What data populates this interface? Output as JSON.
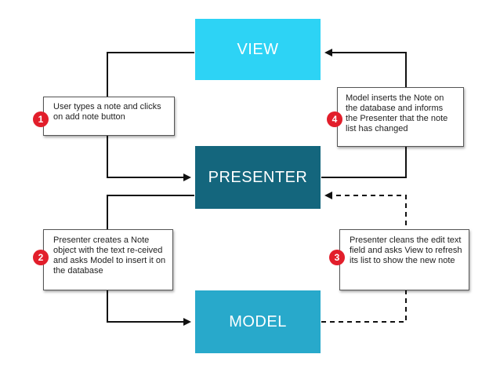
{
  "nodes": {
    "view": {
      "label": "VIEW",
      "color": "#2dd3f5"
    },
    "presenter": {
      "label": "PRESENTER",
      "color": "#14667d"
    },
    "model": {
      "label": "MODEL",
      "color": "#28a9cb"
    }
  },
  "steps": [
    {
      "number": "1",
      "text": "User types a note and clicks on add note button"
    },
    {
      "number": "2",
      "text": "Presenter creates a Note object with the text re-ceived and asks Model to insert it on the database"
    },
    {
      "number": "3",
      "text": "Presenter cleans the edit text field and asks View to refresh its list to show the new note"
    },
    {
      "number": "4",
      "text": "Model inserts the Note on the database and informs the Presenter that the note list has changed"
    }
  ],
  "colors": {
    "badge": "#e21e2b",
    "line": "#111111"
  }
}
